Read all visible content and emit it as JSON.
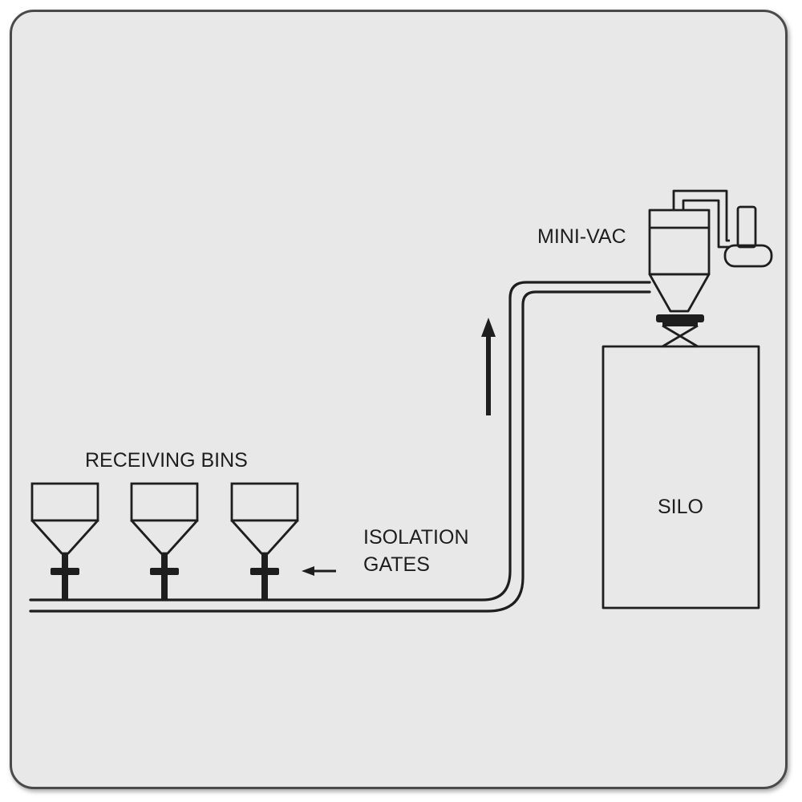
{
  "labels": {
    "mini_vac": "MINI-VAC",
    "receiving_bins": "RECEIVING BINS",
    "isolation_line1": "ISOLATION",
    "isolation_line2": "GATES",
    "silo": "SILO"
  },
  "receiving_bins": [
    {
      "id": "bin-1"
    },
    {
      "id": "bin-2"
    },
    {
      "id": "bin-3"
    }
  ]
}
